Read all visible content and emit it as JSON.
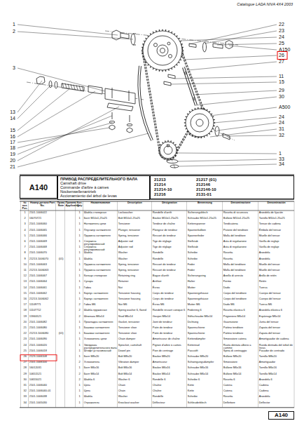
{
  "diagram": {
    "nodes": [
      {
        "text": [
          "A140"
        ]
      },
      {
        "text": [
          "ПРИВОД РАСПРЕДЕЛИТЕЛЬНОГО ВАЛА",
          "Camshaft drive",
          "Commande d'arbre à cames",
          "Nockenwellenantrieb",
          "Accionamiento del árbol de levas"
        ]
      },
      {
        "text": [
          "21213",
          "21214",
          "21214-10",
          "21216",
          "21217 (01)",
          "212146",
          "212146-10",
          "2131-01"
        ]
      },
      {
        "text": [
          "A140"
        ]
      }
    ],
    "labels": [
      "Catalogue LADA NIVA 4X4 2003",
      "1",
      "2",
      "3",
      "13",
      "14",
      "15",
      "16",
      "17",
      "18",
      "19",
      "20",
      "21",
      "22",
      "23",
      "24",
      "25",
      "A150",
      "26",
      "27",
      "11",
      "15",
      "29",
      "30",
      "A500",
      "24",
      "24",
      "31",
      "32",
      "1",
      "33",
      "34",
      "№ поз. Pos.",
      "Номер детали Part No.",
      "Прим. Note",
      "Примен. Application",
      "Кол. Q-ty",
      "Наименование",
      "Description",
      "Désignation",
      "Benennung",
      "Denominazione",
      "Denominación",
      "1",
      "2101-1006022",
      "1",
      "Шайба стопорная",
      "Lockwasher",
      "Rondelle d'arrêt",
      "Sicherungsblech",
      "Rosetta di sicurezza",
      "Arandela de fijación",
      "2",
      "16070721",
      "1",
      "Болт M10x1,25x25",
      "Bolt M10x1.25x25",
      "Boulon M10x1.25x25",
      "Schraube M10x1.25x25",
      "Bullone M10x1.25x25",
      "Tornillo M10x1.25x25",
      "3",
      "2101-1006060",
      "1",
      "Натяжитель цепи",
      "Tensioner",
      "Tendeur de chaîne",
      "Kettenspanner",
      "Tendicatena",
      "Tensor de cadena",
      "4",
      "2101-1006065",
      "1",
      "Плунжер натяжителя",
      "Plunger, tensioner",
      "Plongeur de tendeur",
      "Spannerkolben",
      "Pistone del tenditore",
      "Émbolo del tensor",
      "5",
      "2101-1006066",
      "1",
      "Пружина натяжителя",
      "Spring, tensioner",
      "Ressort de tendeur",
      "Spannerfeder",
      "Molla del tenditore",
      "Muelle del tensor",
      "6",
      "2101-1006069",
      "1",
      "Стержень регулировочный",
      "Adjuster rod",
      "Tige de réglage",
      "Stellstab",
      "Asta di regolazione",
      "Varilla de reglaje",
      "7",
      "2101-1006068",
      "1",
      "Стержень регулировочный",
      "Adjuster rod",
      "Tige de réglage",
      "Stellstab",
      "Asta di regolazione",
      "Varilla de reglaje",
      "8",
      "2101-1006070",
      "1",
      "Шайба",
      "Washer",
      "Rondelle",
      "Scheibe",
      "Rosetta",
      "Arandela",
      "9",
      "21213-1006070",
      "(01)",
      "1",
      "Шайба",
      "Washer",
      "Rondelle",
      "Scheibe",
      "Rosetta",
      "Arandela",
      "10",
      "2101-1006063",
      "1",
      "Пружина натяжителя",
      "Spring, tensioner",
      "Ressort de tendeur",
      "Feder",
      "Molla del tenditore",
      "Muelle del tensor",
      "11",
      "21213-1006063",
      "1",
      "Пружина натяжителя",
      "Spring, tensioner",
      "Ressort de tendeur",
      "Feder",
      "Molla del tenditore",
      "Muelle del tensor",
      "12",
      "2101-1006067",
      "1",
      "Кольцо стопорное",
      "Retaining ring",
      "Bague d'arrêt",
      "Sicherungsring",
      "Anello di arresto",
      "Anillo de retén",
      "13",
      "2101-1006064",
      "1",
      "Сухарь",
      "Retainer",
      "Arrêtoir",
      "Halter",
      "Fermo",
      "Retén",
      "14",
      "2101-1006061",
      "1",
      "Гайка",
      "Nut",
      "Écrou",
      "Mutter",
      "Dado",
      "Tuerca",
      "15",
      "2101-1006062",
      "1",
      "Корпус натяжителя",
      "Tensioner housing",
      "Corps de tendeur",
      "Spannergehäuse",
      "Corpo del tenditore",
      "Cuerpo del tensor",
      "16",
      "21213-1006062",
      "1",
      "Корпус натяжителя",
      "Tensioner housing",
      "Corps de tendeur",
      "Spannergehäuse",
      "Corpo del tenditore",
      "Cuerpo del tensor",
      "17",
      "11109771",
      "2",
      "Гайка M6",
      "Nut M6",
      "Écrou M6",
      "Mutter M6",
      "Dado M6",
      "Tuerca M6",
      "18",
      "11107712",
      "2",
      "Шайба пружинная",
      "Spring washer 6, flared",
      "Rondelle ressort conique 6",
      "Federring 6",
      "Rosetta elastica 6",
      "Arandela elástica 6",
      "19",
      "15940521",
      "2",
      "Шпилька M6x14",
      "Stud M6x14",
      "Goujon M6x14",
      "Stiftschraube M6x14",
      "Prigioniero M6x14",
      "Espárrago M6x14",
      "20",
      "2101-1006082",
      "1",
      "Прокладка натяжителя",
      "Gasket, tensioner",
      "Joint de tendeur",
      "Dichtung",
      "Guarnizione",
      "Junta del tensor",
      "21",
      "2101-1006080",
      "1",
      "Башмак натяжителя",
      "Tensioner shoe",
      "Patin de tendeur",
      "Spannschiene",
      "Pattino tenditore",
      "Zapata del tensor",
      "22",
      "21213-1006080",
      "(01)",
      "1",
      "Башмак натяжителя",
      "Tensioner shoe",
      "Patin de tendeur",
      "Spannschiene",
      "Pattino tenditore",
      "Zapata del tensor",
      "23",
      "2101-1006090",
      "1",
      "Успокоитель цепи",
      "Chain damper",
      "Amortisseur de chaîne",
      "Kettendämpfer",
      "Smorzatore catena",
      "Amortiguador de cadena",
      "24",
      "2101-1006020",
      "1",
      "Звездочка распределительного вала",
      "Sprocket, camshaft",
      "Pignon d'arbre à cames",
      "Kettenrad",
      "Ruota dentata albero a camme",
      "Rueda dentada del árbol de levas",
      "25",
      "2101-1006018",
      "1",
      "Штифт установочный",
      "Dowel pin",
      "Pion de centrage",
      "Passstift",
      "Spina di centraggio",
      "Pasador de centrado",
      "26",
      "2123-1006108",
      "1",
      "Болт M8x20",
      "Bolt M8x20",
      "Boulon M8x20",
      "Schraube M8x20",
      "Bullone M8x20",
      "Tornillo M8x20",
      "27",
      "2101-1006100",
      "2",
      "Успокоитель",
      "Vibration damper",
      "Amortisseur",
      "Schwingungsdämpfer",
      "Smorzatore",
      "Amortiguador",
      "28",
      "16012031",
      "1",
      "Болт M6x16",
      "Bolt M6x16",
      "Boulon M6x16",
      "Schraube M6x16",
      "Bullone M6x16",
      "Tornillo M6x16",
      "29",
      "10651521",
      "2",
      "Болт M6x14",
      "Bolt M6x14",
      "Boulon M6x14",
      "Schraube M6x14",
      "Bullone M6x14",
      "Tornillo M6x14",
      "30",
      "10655021",
      "2",
      "Шайба 6",
      "Washer 6",
      "Rondelle 6",
      "Scheibe 6",
      "Rosetta 6",
      "Arandela 6",
      "31",
      "2101-1006040",
      "1",
      "Цепь",
      "Chain",
      "Chaîne",
      "Kette",
      "Catena",
      "Cadena",
      "32",
      "2101-1006040-01",
      "1",
      "Цепь",
      "Chain",
      "Chaîne",
      "Kette",
      "Catena",
      "Cadena",
      "33",
      "2101-1006038",
      "1",
      "Шайба",
      "Washer",
      "Rondelle",
      "Scheibe",
      "Rosetta",
      "Arandela",
      "34",
      "2101-1005030",
      "1",
      "Отражатель",
      "Knockout washer",
      "Déflecteur",
      "Schleuderblech",
      "Deflettore",
      "Deflector"
    ]
  }
}
